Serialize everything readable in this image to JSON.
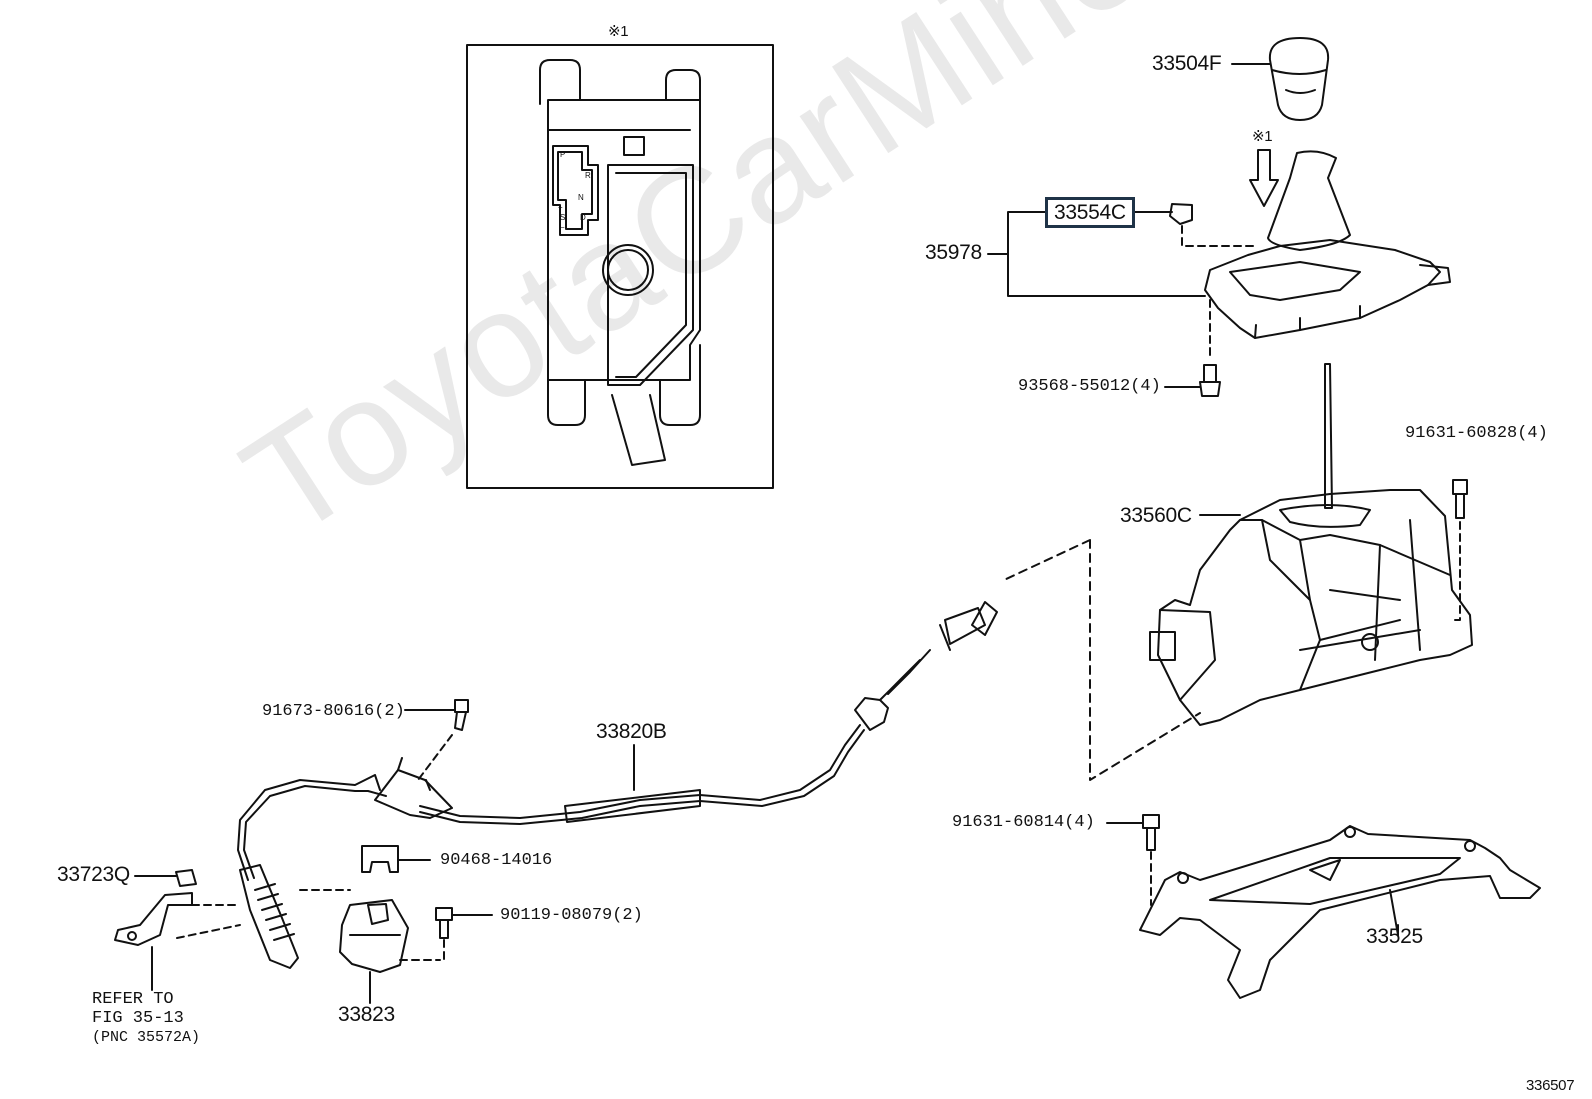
{
  "watermark": "ToyotaCarMine.ru",
  "figure_id": "336507",
  "inset": {
    "marker": "※1"
  },
  "arrow_marker": "※1",
  "gate_letters": [
    "P",
    "R",
    "N",
    "+",
    "S",
    "−",
    "D"
  ],
  "parts": {
    "shift_knob": "33504F",
    "indicator_housing": "33554C",
    "position_indicator_assy": "35978",
    "screw_upper": "93568-55012(4)",
    "bolt_right": "91631-60828(4)",
    "shift_lever_housing": "33560C",
    "bolt_lower_right": "91631-60814(4)",
    "bracket_lower": "33525",
    "bolt_cable": "91673-80616(2)",
    "control_cable": "33820B",
    "nut_left": "33723Q",
    "clip": "90468-14016",
    "bolt_small": "90119-08079(2)",
    "cable_bracket": "33823"
  },
  "refer_note": {
    "line1": "REFER TO",
    "line2": "FIG 35-13",
    "line3": "(PNC 35572A)"
  },
  "highlight_color": "#1f3347"
}
